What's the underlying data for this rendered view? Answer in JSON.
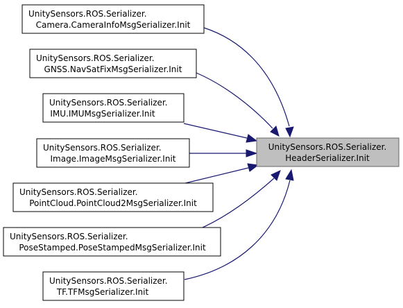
{
  "graph": {
    "target": {
      "line1": "UnitySensors.ROS.Serializer.",
      "line2": "HeaderSerializer.Init"
    },
    "callers": [
      {
        "line1": "UnitySensors.ROS.Serializer.",
        "line2": "Camera.CameraInfoMsgSerializer.Init"
      },
      {
        "line1": "UnitySensors.ROS.Serializer.",
        "line2": "GNSS.NavSatFixMsgSerializer.Init"
      },
      {
        "line1": "UnitySensors.ROS.Serializer.",
        "line2": "IMU.IMUMsgSerializer.Init"
      },
      {
        "line1": "UnitySensors.ROS.Serializer.",
        "line2": "Image.ImageMsgSerializer.Init"
      },
      {
        "line1": "UnitySensors.ROS.Serializer.",
        "line2": "PointCloud.PointCloud2MsgSerializer.Init"
      },
      {
        "line1": "UnitySensors.ROS.Serializer.",
        "line2": "PoseStamped.PoseStampedMsgSerializer.Init"
      },
      {
        "line1": "UnitySensors.ROS.Serializer.",
        "line2": "TF.TFMsgSerializer.Init"
      }
    ],
    "colors": {
      "edge": "#191970",
      "target_fill": "#bfbfbf",
      "target_border": "#666666",
      "node_fill": "#ffffff",
      "node_border": "#000000"
    }
  }
}
